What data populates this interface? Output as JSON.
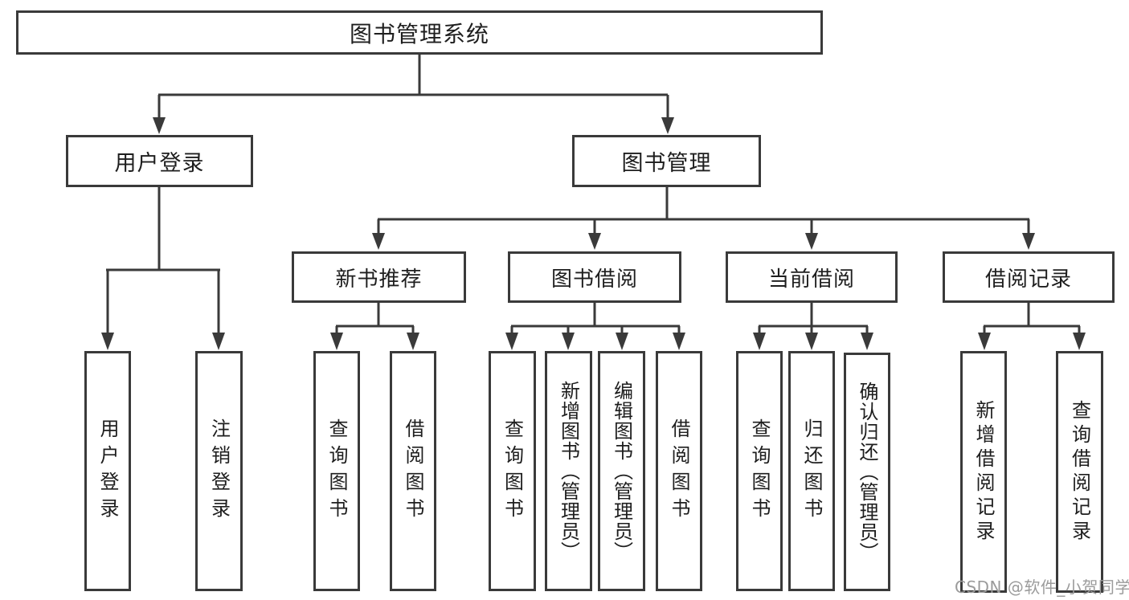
{
  "diagram": {
    "root": {
      "label": "图书管理系统"
    },
    "branches": [
      {
        "label": "用户登录",
        "children": [
          {
            "label": "用户登录"
          },
          {
            "label": "注销登录"
          }
        ]
      },
      {
        "label": "图书管理",
        "children": [
          {
            "label": "新书推荐",
            "children": [
              {
                "label": "查询图书"
              },
              {
                "label": "借阅图书"
              }
            ]
          },
          {
            "label": "图书借阅",
            "children": [
              {
                "label": "查询图书"
              },
              {
                "label": "新增图书（管理员）"
              },
              {
                "label": "编辑图书（管理员）"
              },
              {
                "label": "借阅图书"
              }
            ]
          },
          {
            "label": "当前借阅",
            "children": [
              {
                "label": "查询图书"
              },
              {
                "label": "归还图书"
              },
              {
                "label": "确认归还（管理员）"
              }
            ]
          },
          {
            "label": "借阅记录",
            "children": [
              {
                "label": "新增借阅记录"
              },
              {
                "label": "查询借阅记录"
              }
            ]
          }
        ]
      }
    ]
  },
  "watermark": {
    "text": "CSDN @软件_小贺同学"
  },
  "colors": {
    "line": "#3a3a3a",
    "box_border": "#3a3a3a",
    "text": "#1e1e1e",
    "watermark": "#9b9b9b",
    "background": "#ffffff"
  }
}
